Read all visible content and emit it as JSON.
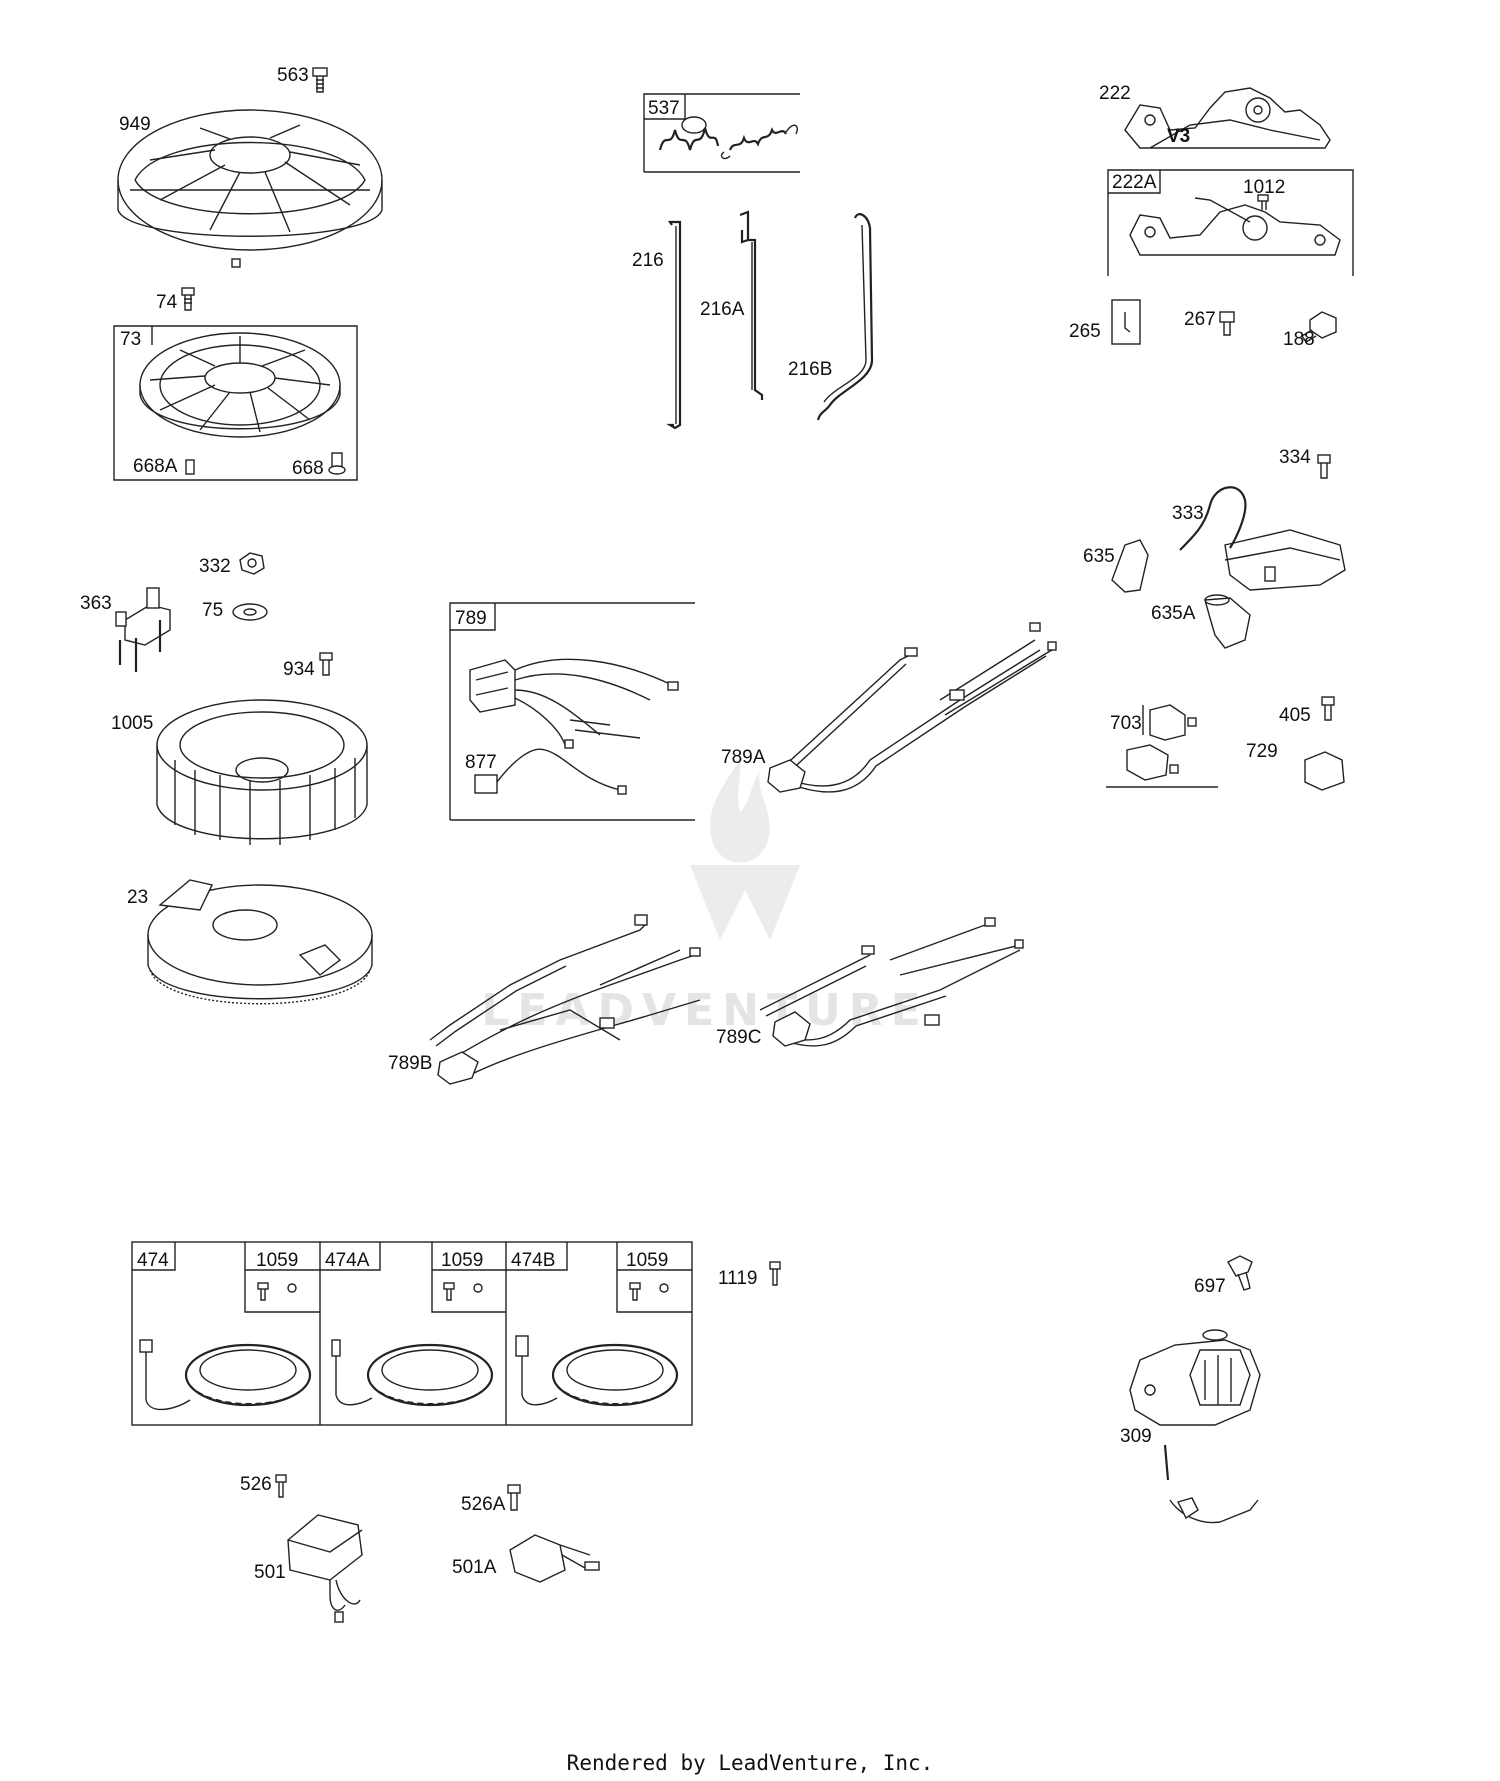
{
  "parts": [
    {
      "id": "p949",
      "label": "949"
    },
    {
      "id": "p563",
      "label": "563"
    },
    {
      "id": "p74",
      "label": "74"
    },
    {
      "id": "p73",
      "label": "73"
    },
    {
      "id": "p668A",
      "label": "668A"
    },
    {
      "id": "p668",
      "label": "668"
    },
    {
      "id": "p537",
      "label": "537"
    },
    {
      "id": "p216",
      "label": "216"
    },
    {
      "id": "p216A",
      "label": "216A"
    },
    {
      "id": "p216B",
      "label": "216B"
    },
    {
      "id": "p222",
      "label": "222"
    },
    {
      "id": "p222A",
      "label": "222A"
    },
    {
      "id": "p1012",
      "label": "1012"
    },
    {
      "id": "p265",
      "label": "265"
    },
    {
      "id": "p267",
      "label": "267"
    },
    {
      "id": "p188",
      "label": "188"
    },
    {
      "id": "p332",
      "label": "332"
    },
    {
      "id": "p363",
      "label": "363"
    },
    {
      "id": "p75",
      "label": "75"
    },
    {
      "id": "p934",
      "label": "934"
    },
    {
      "id": "p1005",
      "label": "1005"
    },
    {
      "id": "p23",
      "label": "23"
    },
    {
      "id": "p789",
      "label": "789"
    },
    {
      "id": "p877",
      "label": "877"
    },
    {
      "id": "p789A",
      "label": "789A"
    },
    {
      "id": "p789B",
      "label": "789B"
    },
    {
      "id": "p789C",
      "label": "789C"
    },
    {
      "id": "p334",
      "label": "334"
    },
    {
      "id": "p333",
      "label": "333"
    },
    {
      "id": "p635",
      "label": "635"
    },
    {
      "id": "p635A",
      "label": "635A"
    },
    {
      "id": "p703",
      "label": "703"
    },
    {
      "id": "p405",
      "label": "405"
    },
    {
      "id": "p729",
      "label": "729"
    },
    {
      "id": "p474",
      "label": "474"
    },
    {
      "id": "p1059a",
      "label": "1059"
    },
    {
      "id": "p474A",
      "label": "474A"
    },
    {
      "id": "p1059b",
      "label": "1059"
    },
    {
      "id": "p474B",
      "label": "474B"
    },
    {
      "id": "p1059c",
      "label": "1059"
    },
    {
      "id": "p1119",
      "label": "1119"
    },
    {
      "id": "p697",
      "label": "697"
    },
    {
      "id": "p309",
      "label": "309"
    },
    {
      "id": "p526",
      "label": "526"
    },
    {
      "id": "p501",
      "label": "501"
    },
    {
      "id": "p526A",
      "label": "526A"
    },
    {
      "id": "p501A",
      "label": "501A"
    }
  ],
  "watermark": "LEADVENTURE",
  "footer": "Rendered by LeadVenture, Inc.",
  "bracket_text": "V3"
}
